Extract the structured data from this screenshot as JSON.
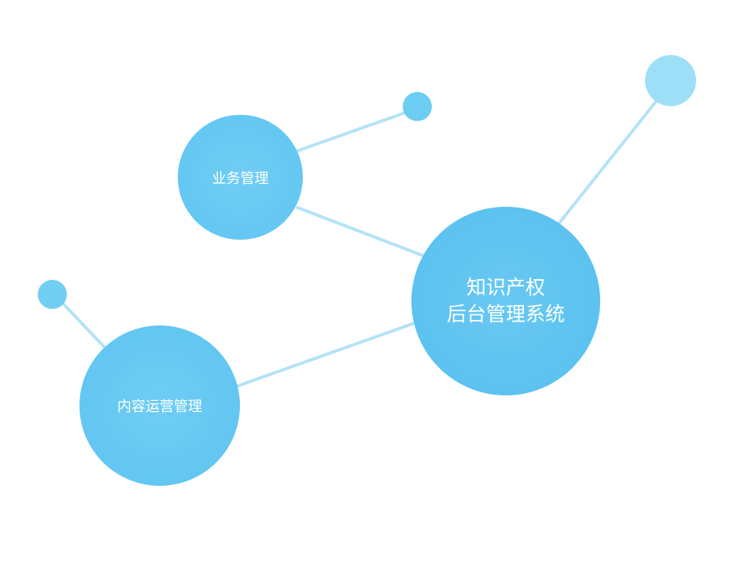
{
  "diagram": {
    "nodes": {
      "main": {
        "line1": "知识产权",
        "line2": "后台管理系统"
      },
      "business": {
        "label": "业务管理"
      },
      "content": {
        "label": "内容运营管理"
      }
    },
    "colors": {
      "node_fill": "#5cc2f0",
      "node_ring": "#45b5eb",
      "link": "#b3e3f7",
      "dot_light": "#9edff8",
      "dot_mid": "#6ccdf3"
    }
  }
}
